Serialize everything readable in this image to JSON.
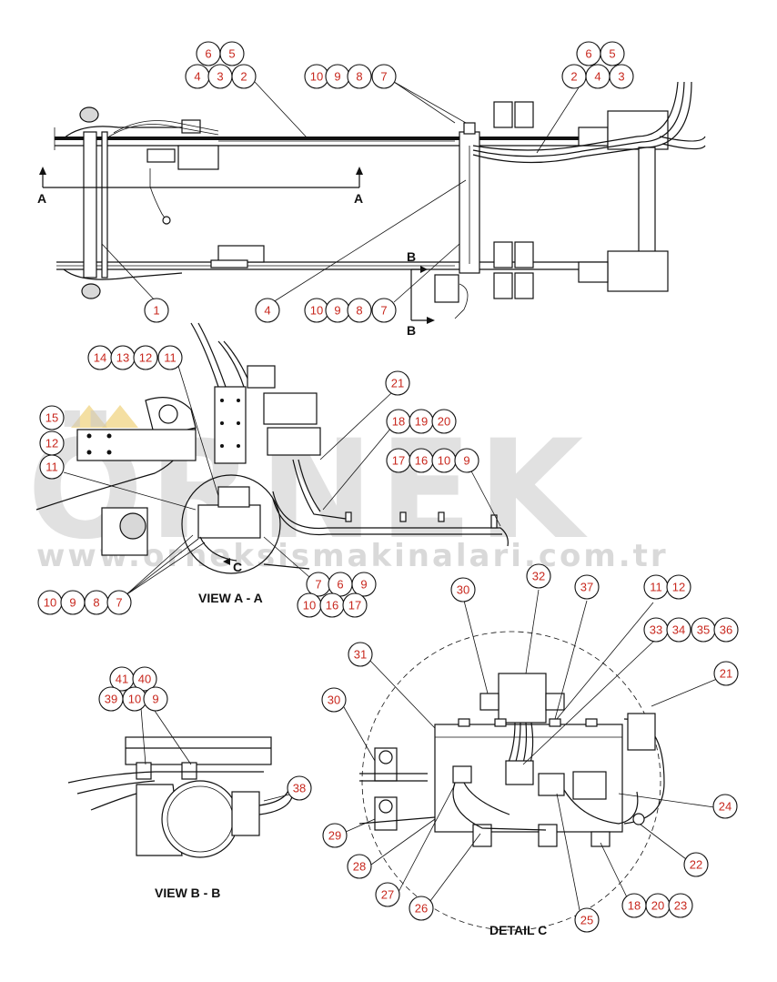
{
  "watermark": {
    "brand": "ÖRNEK",
    "url": "www.orneksismakinalari.com.tr"
  },
  "views": {
    "top": {
      "section_a_label": "A",
      "section_b_label": "B"
    },
    "view_aa": {
      "caption": "VIEW A - A",
      "detail_marker": "C"
    },
    "view_bb": {
      "caption": "VIEW B - B"
    },
    "detail_c": {
      "caption": "DETAIL C"
    }
  },
  "balloons": [
    "6",
    "5",
    "4",
    "3",
    "2",
    "10",
    "9",
    "8",
    "7",
    "6",
    "5",
    "2",
    "4",
    "3",
    "1",
    "4",
    "10",
    "9",
    "8",
    "7",
    "14",
    "13",
    "12",
    "11",
    "15",
    "12",
    "11",
    "21",
    "18",
    "19",
    "20",
    "17",
    "16",
    "10",
    "9",
    "10",
    "9",
    "8",
    "7",
    "7",
    "6",
    "9",
    "10",
    "16",
    "17",
    "41",
    "40",
    "39",
    "10",
    "9",
    "38",
    "30",
    "32",
    "37",
    "11",
    "12",
    "33",
    "34",
    "35",
    "36",
    "31",
    "21",
    "30",
    "24",
    "29",
    "22",
    "28",
    "27",
    "26",
    "25",
    "18",
    "20",
    "23"
  ],
  "colors": {
    "balloon": "#c8281e",
    "line": "#111111",
    "watermark": "#c9c9c9"
  }
}
